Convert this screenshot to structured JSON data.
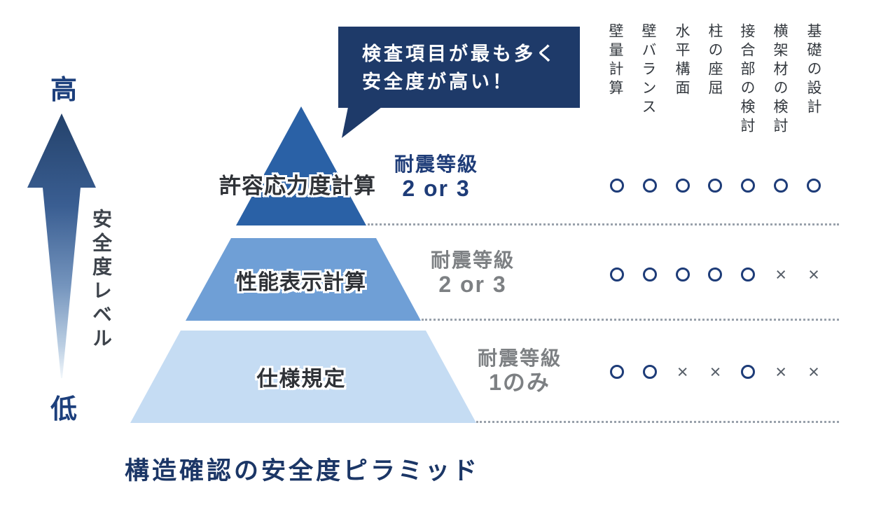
{
  "title": "構造確認の安全度ピラミッド",
  "axis": {
    "high_label": "高",
    "low_label": "低",
    "axis_label": "安全度レベル"
  },
  "callout": {
    "line1": "検査項目が最も多く",
    "line2": "安全度が高い！"
  },
  "columns": [
    "壁量計算",
    "壁バランス",
    "水平構面",
    "柱の座屈",
    "接合部の検討",
    "横架材の検討",
    "基礎の設計"
  ],
  "tiers": [
    {
      "name": "許容応力度計算",
      "grade_label": "耐震等級",
      "grade_value": "2 or 3",
      "marks": [
        "circle",
        "circle",
        "circle",
        "circle",
        "circle",
        "circle",
        "circle"
      ]
    },
    {
      "name": "性能表示計算",
      "grade_label": "耐震等級",
      "grade_value": "2 or 3",
      "marks": [
        "circle",
        "circle",
        "circle",
        "circle",
        "circle",
        "cross",
        "cross"
      ]
    },
    {
      "name": "仕様規定",
      "grade_label": "耐震等級",
      "grade_value": "1のみ",
      "marks": [
        "circle",
        "circle",
        "cross",
        "cross",
        "circle",
        "cross",
        "cross"
      ]
    }
  ],
  "mark_symbols": {
    "circle": "○",
    "cross": "×"
  },
  "colors": {
    "bubble_navy": "#1e3a69",
    "tier1_blue": "#2a61a6",
    "tier2_blue": "#6f9fd6",
    "tier3_blue": "#c5dcf3",
    "grade_navy": "#1e3c78",
    "grade_gray": "#7d8083",
    "circle_navy": "#1e3c78",
    "cross_gray": "#565e68",
    "title_navy": "#1b3666",
    "axis_navy": "#1c3f7c"
  }
}
